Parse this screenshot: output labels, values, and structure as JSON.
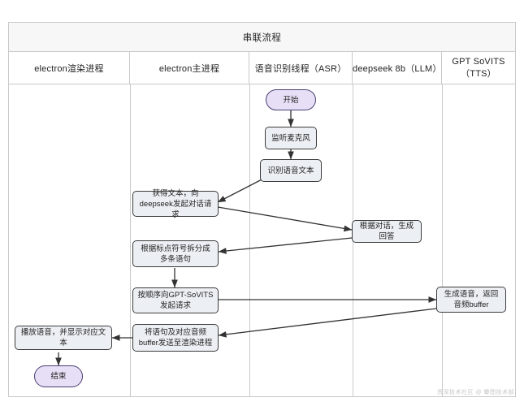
{
  "diagram": {
    "title": "串联流程",
    "type": "swimlane-flowchart",
    "lanes": [
      {
        "id": "renderer",
        "label": "electron渲染进程"
      },
      {
        "id": "main",
        "label": "electron主进程"
      },
      {
        "id": "asr",
        "label": "语音识别线程（ASR）"
      },
      {
        "id": "llm",
        "label": "deepseek 8b（LLM）"
      },
      {
        "id": "tts",
        "label": "GPT SoVITS（TTS）"
      }
    ],
    "nodes": [
      {
        "id": "start",
        "lane": "asr",
        "shape": "terminator",
        "label": "开始"
      },
      {
        "id": "listen",
        "lane": "asr",
        "shape": "process",
        "label": "监听麦克风"
      },
      {
        "id": "recognize",
        "lane": "asr",
        "shape": "process",
        "label": "识别语音文本"
      },
      {
        "id": "gettext",
        "lane": "main",
        "shape": "process",
        "label": "获得文本，向deepseek发起对话请求"
      },
      {
        "id": "llmgen",
        "lane": "llm",
        "shape": "process",
        "label": "根据对话，生成回答"
      },
      {
        "id": "split",
        "lane": "main",
        "shape": "process",
        "label": "根据标点符号拆分成多条语句"
      },
      {
        "id": "ttsreq",
        "lane": "main",
        "shape": "process",
        "label": "按顺序向GPT-SoVITS发起请求"
      },
      {
        "id": "ttsgen",
        "lane": "tts",
        "shape": "process",
        "label": "生成语音，返回音频buffer"
      },
      {
        "id": "sendbuf",
        "lane": "main",
        "shape": "process",
        "label": "将语句及对应音频buffer发送至渲染进程"
      },
      {
        "id": "play",
        "lane": "renderer",
        "shape": "process",
        "label": "播放语音，并显示对应文本"
      },
      {
        "id": "end",
        "lane": "renderer",
        "shape": "terminator",
        "label": "结束"
      }
    ],
    "edges": [
      {
        "from": "start",
        "to": "listen"
      },
      {
        "from": "listen",
        "to": "recognize"
      },
      {
        "from": "recognize",
        "to": "gettext"
      },
      {
        "from": "gettext",
        "to": "llmgen"
      },
      {
        "from": "llmgen",
        "to": "split"
      },
      {
        "from": "split",
        "to": "ttsreq"
      },
      {
        "from": "ttsreq",
        "to": "ttsgen"
      },
      {
        "from": "ttsgen",
        "to": "sendbuf"
      },
      {
        "from": "sendbuf",
        "to": "play"
      },
      {
        "from": "play",
        "to": "end"
      }
    ],
    "colors": {
      "terminator_fill": "#e6dff5",
      "terminator_stroke": "#4b3f72",
      "process_fill": "#eceff3",
      "process_stroke": "#3c3c3c",
      "lane_border": "#c9c9c9",
      "title_band": "#f7f7f7",
      "connector": "#333333"
    },
    "watermark": "资深技术社区 @ 攀图技术部"
  }
}
